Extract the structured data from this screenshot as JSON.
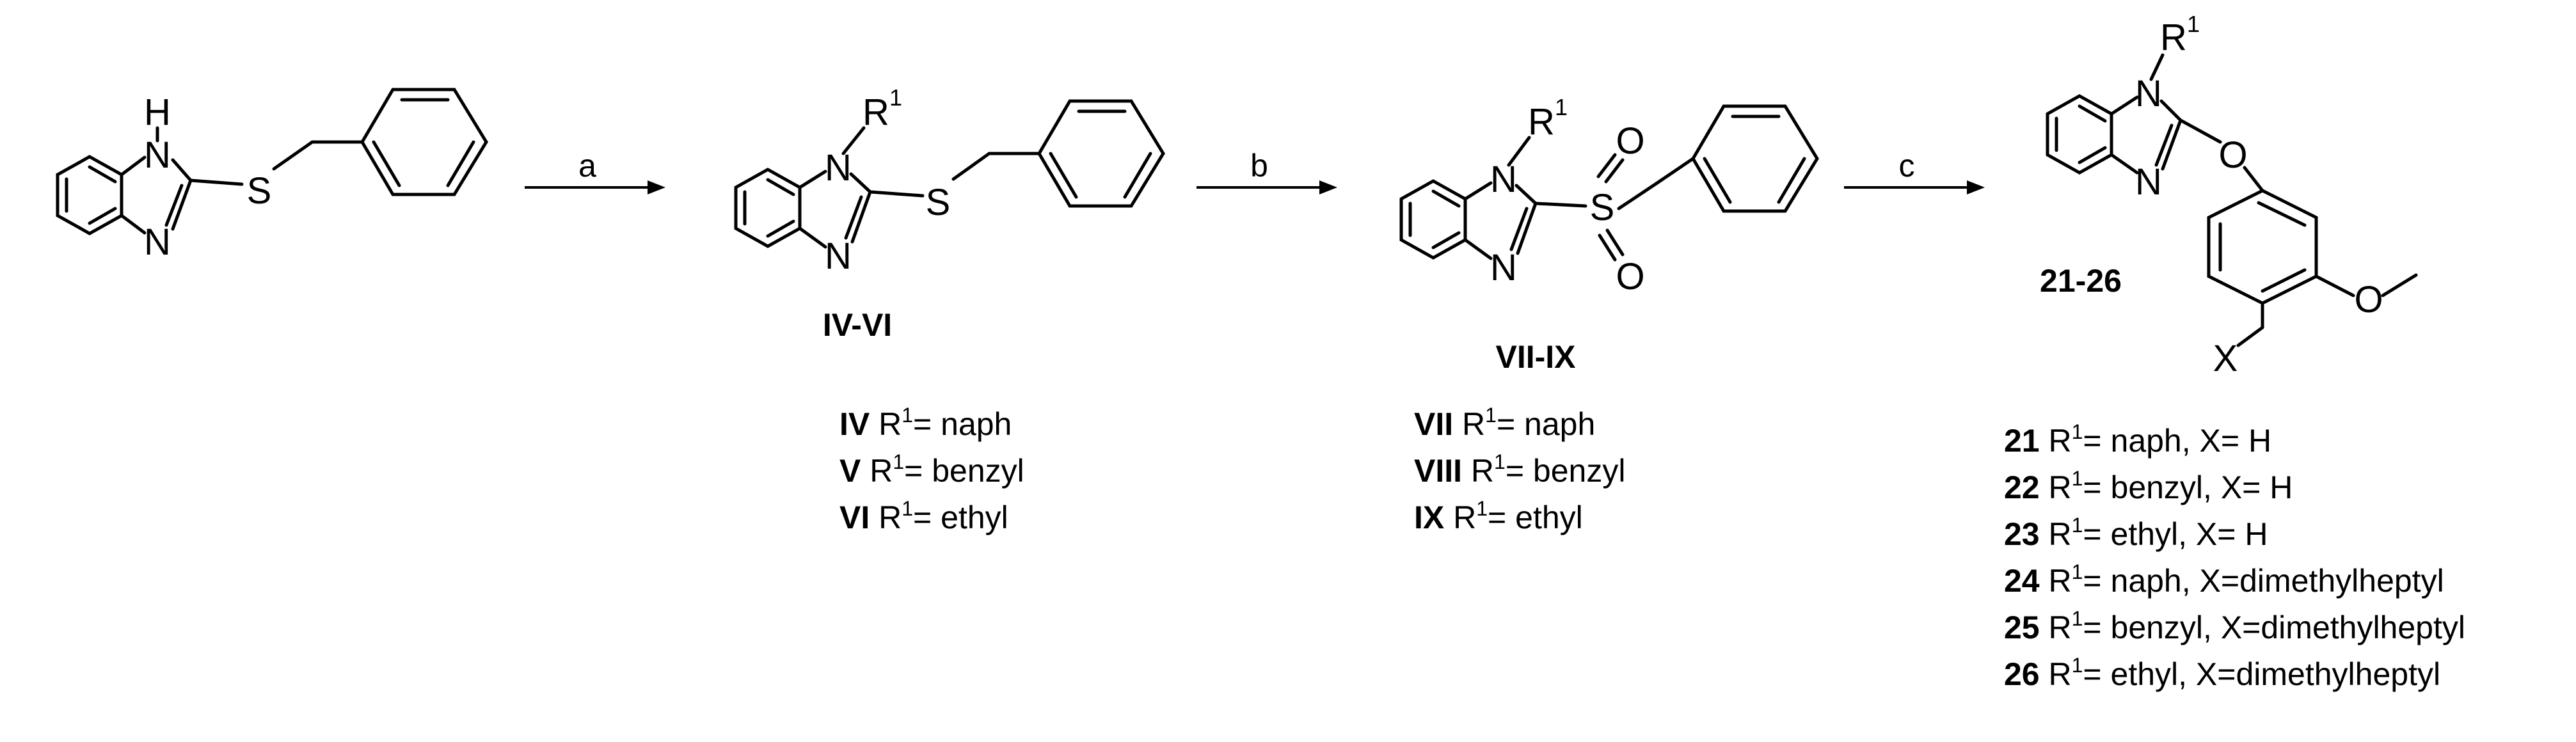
{
  "atoms": {
    "H": "H",
    "N": "N",
    "S": "S",
    "O": "O",
    "X": "X",
    "R": "R",
    "one": "1"
  },
  "arrows": [
    {
      "label": "a"
    },
    {
      "label": "b"
    },
    {
      "label": "c"
    }
  ],
  "compounds": {
    "iv_vi": {
      "label": "IV-VI"
    },
    "vii_ix": {
      "label": "VII-IX"
    },
    "c21_26": {
      "label": "21-26"
    }
  },
  "lists": {
    "iv_vi": [
      {
        "id": "IV",
        "rest": "= naph"
      },
      {
        "id": "V",
        "rest": "= benzyl"
      },
      {
        "id": "VI",
        "rest": "= ethyl"
      }
    ],
    "vii_ix": [
      {
        "id": "VII",
        "rest": "= naph"
      },
      {
        "id": "VIII",
        "rest": "= benzyl"
      },
      {
        "id": "IX",
        "rest": "= ethyl"
      }
    ],
    "c21_26": [
      {
        "id": "21",
        "rest": "= naph, X= H"
      },
      {
        "id": "22",
        "rest": "= benzyl, X= H"
      },
      {
        "id": "23",
        "rest": "= ethyl, X= H"
      },
      {
        "id": "24",
        "rest": "= naph, X=dimethylheptyl"
      },
      {
        "id": "25",
        "rest": "= benzyl, X=dimethylheptyl"
      },
      {
        "id": "26",
        "rest": "= ethyl, X=dimethylheptyl"
      }
    ]
  }
}
